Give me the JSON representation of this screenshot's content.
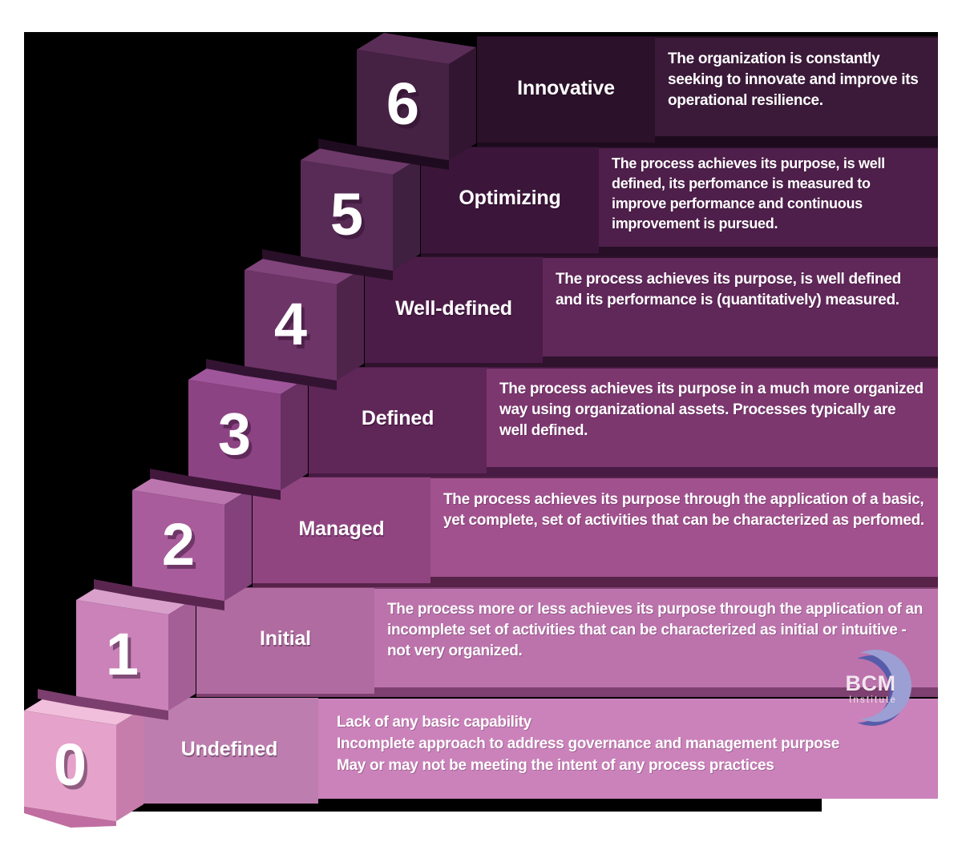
{
  "colors": {
    "page_bg": "#ffffff",
    "canvas_bg": "#000000",
    "text": "#ffffff"
  },
  "logo": {
    "text": "BCM",
    "subtext": "Institute",
    "arc_light": "#9c9fd3",
    "arc_dark": "#575caa"
  },
  "levels": [
    {
      "number": "0",
      "label": "Undefined",
      "description": "Lack of any basic capability\nIncomplete approach to address governance and management purpose\nMay or may not be meeting the intent of any process practices",
      "colors": {
        "cube_front": "#e5a2cb",
        "cube_top": "#f1bedb",
        "cube_side": "#c77dac",
        "cube_shadow": "#c06da1",
        "label_bg": "#bd7dae",
        "desc_bg": "#cb82ba",
        "base": "#000000"
      }
    },
    {
      "number": "1",
      "label": "Initial",
      "description": "The process more or less achieves its purpose through the application of an incomplete set of activities that can be characterized as initial or intuitive - not very organized.",
      "colors": {
        "cube_front": "#ca82b8",
        "cube_top": "#d9a0cc",
        "cube_side": "#a55f97",
        "cube_shadow": "#7c3e6e",
        "label_bg": "#b06ba0",
        "desc_bg": "#bc73ac",
        "base": "#7e4070"
      }
    },
    {
      "number": "2",
      "label": "Managed",
      "description": "The process achieves its purpose through the application of a basic, yet complete, set of activities that can be characterized as perfomed.",
      "colors": {
        "cube_front": "#a95c9c",
        "cube_top": "#bc76af",
        "cube_side": "#83427b",
        "cube_shadow": "#5a2650",
        "label_bg": "#904581",
        "desc_bg": "#a1518d",
        "base": "#572349"
      }
    },
    {
      "number": "3",
      "label": "Defined",
      "description": "The process achieves its purpose in a much more organized way using organizational assets. Processes typically are well defined.",
      "colors": {
        "cube_front": "#8c4384",
        "cube_top": "#a0569b",
        "cube_side": "#673061",
        "cube_shadow": "#41173c",
        "label_bg": "#5f2658",
        "desc_bg": "#7d376f",
        "base": "#471b43"
      }
    },
    {
      "number": "4",
      "label": "Well-defined",
      "description": "The process achieves its purpose, is well defined and its performance is (quantitatively) measured.",
      "colors": {
        "cube_front": "#6d3467",
        "cube_top": "#81447b",
        "cube_side": "#4f244b",
        "cube_shadow": "#331332",
        "label_bg": "#4c1c48",
        "desc_bg": "#602759",
        "base": "#2f122c"
      }
    },
    {
      "number": "5",
      "label": "Optimizing",
      "description": "The process achieves its purpose, is well defined, its perfomance is measured to improve performance and continuous improvement is pursued.",
      "colors": {
        "cube_front": "#582b56",
        "cube_top": "#6e3a6a",
        "cube_side": "#402040",
        "cube_shadow": "#2a0f28",
        "label_bg": "#3c163a",
        "desc_bg": "#4e1f4a",
        "base": "#270f27"
      }
    },
    {
      "number": "6",
      "label": "Innovative",
      "description": "The organization is constantly seeking to innovate and improve its operational resilience.",
      "colors": {
        "cube_front": "#452144",
        "cube_top": "#5a2d57",
        "cube_side": "#321531",
        "cube_shadow": "#1f0b1f",
        "label_bg": "#2b1129",
        "desc_bg": "#3b1a39",
        "base": "#1d0b1d"
      }
    }
  ]
}
